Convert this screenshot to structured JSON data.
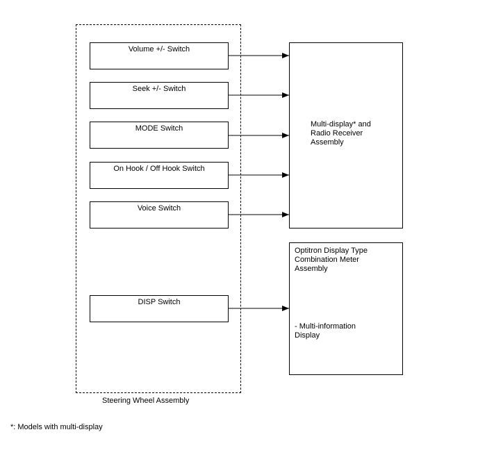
{
  "steering_wheel_assembly": {
    "label": "Steering Wheel Assembly",
    "switches": [
      {
        "label": "Volume +/- Switch"
      },
      {
        "label": "Seek +/- Switch"
      },
      {
        "label": "MODE Switch"
      },
      {
        "label": "On Hook / Off Hook Switch"
      },
      {
        "label": "Voice Switch"
      },
      {
        "label": "DISP Switch"
      }
    ]
  },
  "multi_display": {
    "label": "Multi-display* and\nRadio Receiver\nAssembly"
  },
  "combination_meter": {
    "title": "Optitron Display Type\nCombination Meter\nAssembly",
    "sub": "- Multi-information\nDisplay"
  },
  "footnote": "*: Models with multi-display"
}
